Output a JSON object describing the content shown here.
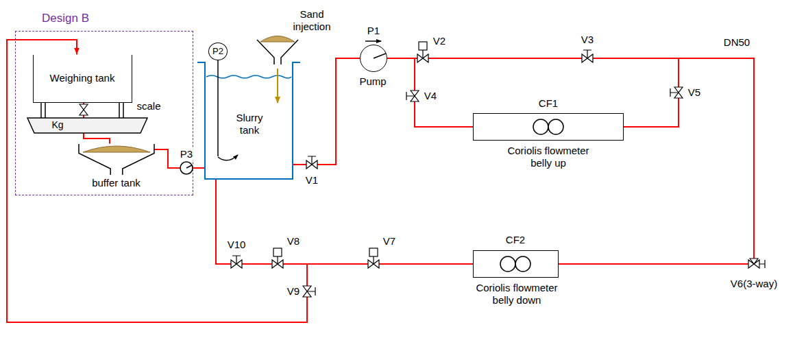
{
  "diagram": {
    "nodes": [
      {
        "text": [
          "Design B"
        ]
      },
      {
        "text": [
          "Weighing tank"
        ],
        "in": 0
      },
      {
        "text": [
          "scale",
          "Kg"
        ],
        "in": 0
      },
      {
        "text": [
          "buffer tank"
        ],
        "in": 0
      },
      {
        "text": [
          "Slurry tank"
        ]
      },
      {
        "text": [
          "P2"
        ]
      },
      {
        "text": [
          "Pump"
        ]
      },
      {
        "text": [
          "Coriolis flowmeter belly up"
        ]
      },
      {
        "text": [
          "Coriolis flowmeter belly down"
        ]
      }
    ],
    "edges": [
      {
        "from": 1,
        "to": 3,
        "arrow": "none"
      },
      {
        "from": 3,
        "to": 4,
        "arrow": "none"
      },
      {
        "from": 4,
        "to": 6,
        "arrow": "none"
      },
      {
        "from": 6,
        "to": 7,
        "arrow": "none"
      },
      {
        "from": 6,
        "to": 8,
        "arrow": "none"
      },
      {
        "from": 7,
        "to": 8,
        "arrow": "none"
      },
      {
        "from": 8,
        "to": 4,
        "arrow": "none"
      },
      {
        "from": 8,
        "to": 1,
        "arrow": "to"
      }
    ],
    "labels": [
      "Sand injection",
      "P1",
      "V2",
      "V3",
      "DN50",
      "V4",
      "V5",
      "CF1",
      "V1",
      "P3",
      "V10",
      "V8",
      "V7",
      "CF2",
      "V9",
      "V6(3-way)"
    ]
  }
}
